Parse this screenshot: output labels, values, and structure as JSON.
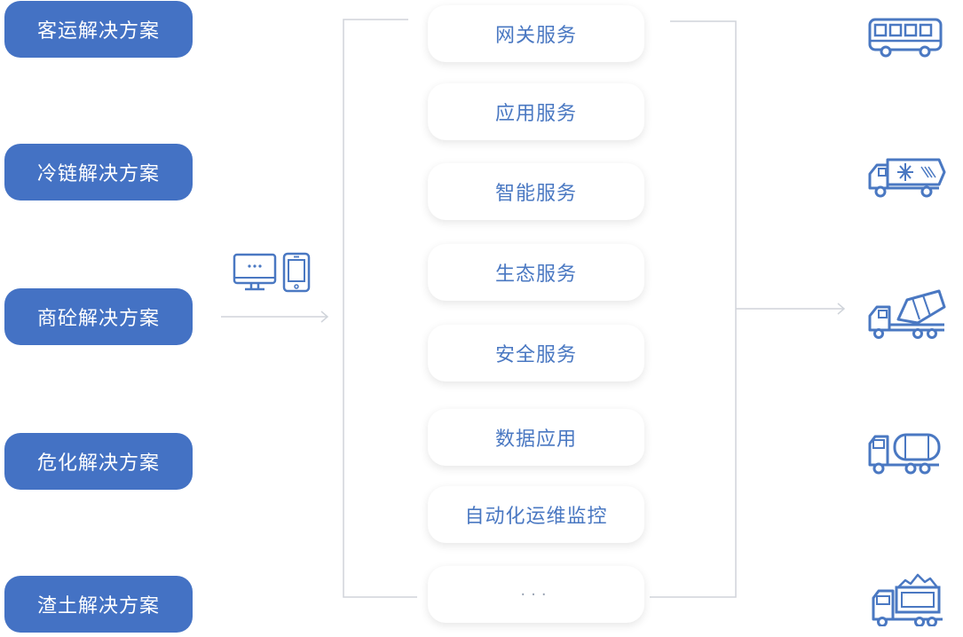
{
  "solutions": [
    {
      "label": "客运解决方案"
    },
    {
      "label": "冷链解决方案"
    },
    {
      "label": "商砼解决方案"
    },
    {
      "label": "危化解决方案"
    },
    {
      "label": "渣土解决方案"
    }
  ],
  "services": [
    {
      "label": "网关服务"
    },
    {
      "label": "应用服务"
    },
    {
      "label": "智能服务"
    },
    {
      "label": "生态服务"
    },
    {
      "label": "安全服务"
    },
    {
      "label": "数据应用"
    },
    {
      "label": "自动化运维监控"
    },
    {
      "label": "···"
    }
  ],
  "colors": {
    "accent": "#4472c4",
    "service_text": "#4a78c2",
    "line": "#d0d4da"
  },
  "icons": [
    "desktop-icon",
    "phone-icon",
    "bus-icon",
    "refrigerated-truck-icon",
    "concrete-mixer-truck-icon",
    "tanker-truck-icon",
    "dump-truck-icon"
  ]
}
